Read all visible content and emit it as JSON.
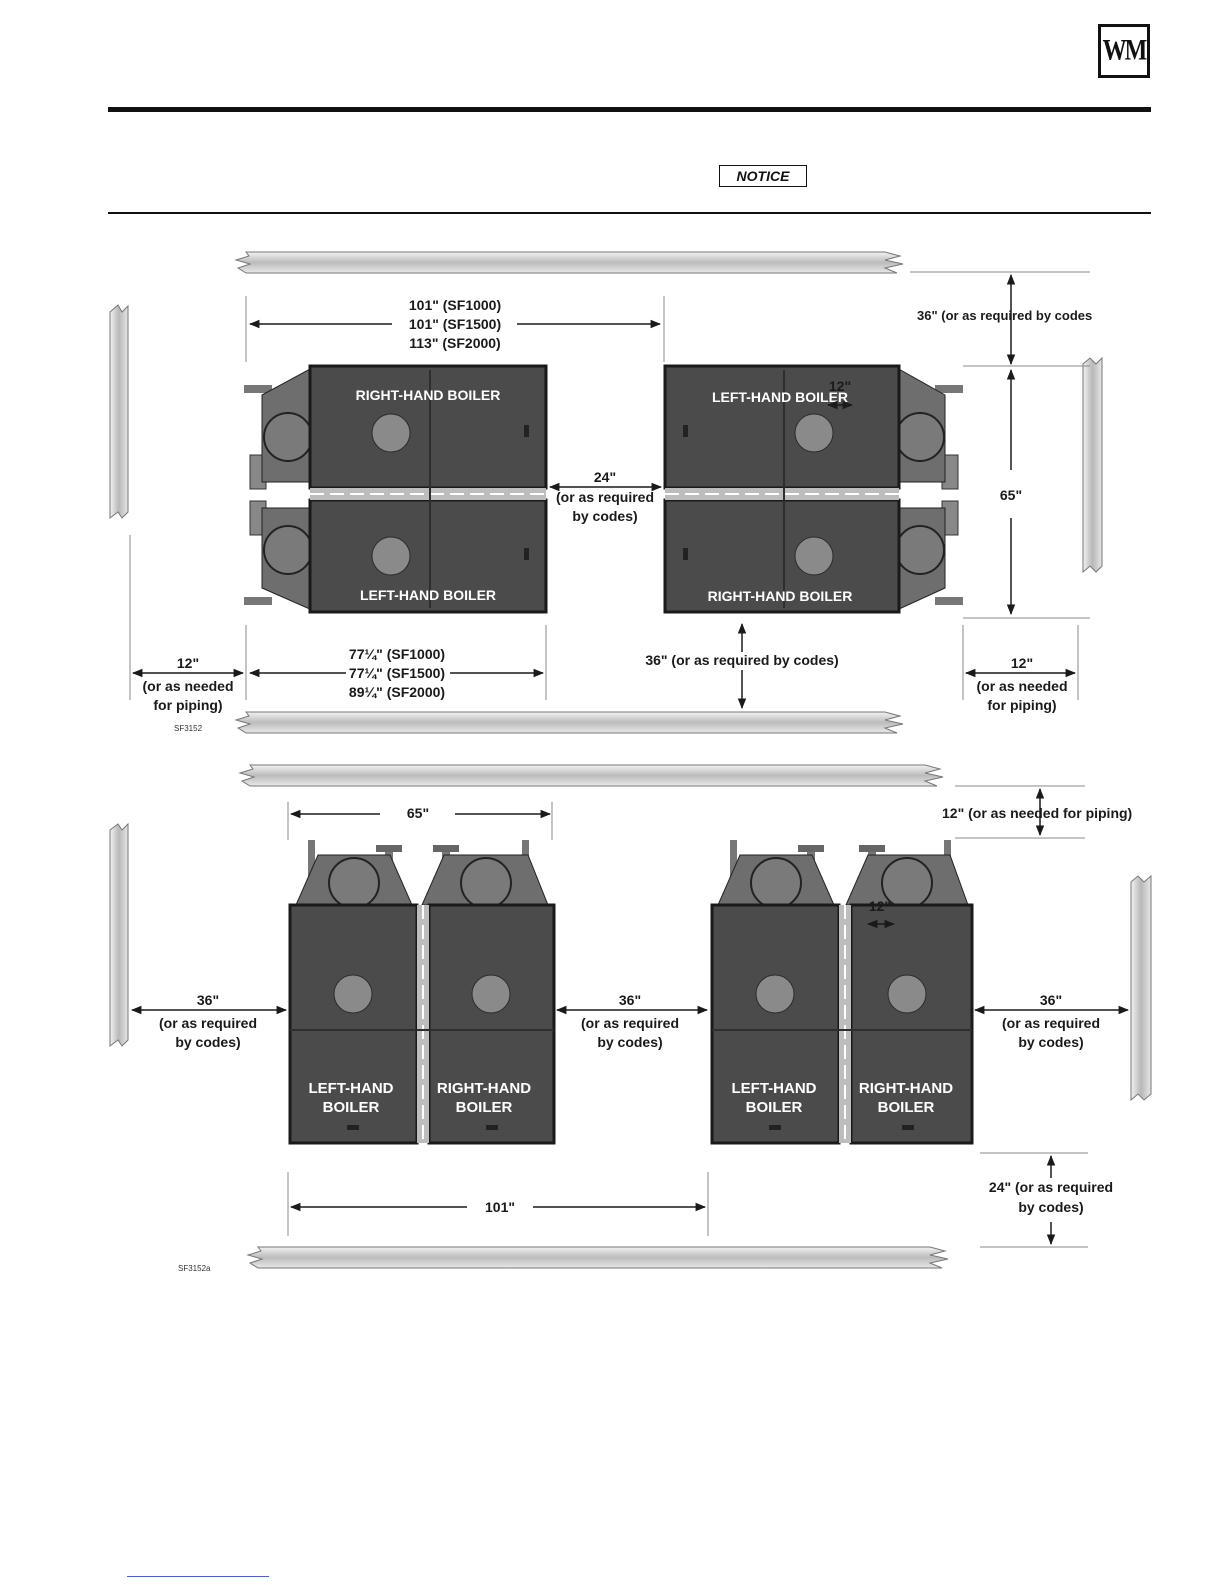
{
  "header": {
    "logo": "WM",
    "notice_label": "NOTICE"
  },
  "figure_top": {
    "fig_id": "SF3152",
    "dims": {
      "length_sf1000": "101\" (SF1000)",
      "length_sf1500": "101\" (SF1500)",
      "length_sf2000": "113\" (SF2000)",
      "top_clearance": "36\" (or as required by codes",
      "height": "65\"",
      "gap_center_1": "24\"",
      "gap_center_2": "(or as required",
      "gap_center_3": "by codes)",
      "inner_gap": "12\"",
      "bottom_clearance": "36\" (or as required by codes)",
      "left_1": "12\"",
      "left_2": "(or as needed",
      "left_3": "for piping)",
      "right_1": "12\"",
      "right_2": "(or as needed",
      "right_3": "for piping)",
      "width_sf1000": "77¼\" (SF1000)",
      "width_sf1500": "77¼\" (SF1500)",
      "width_sf2000": "89¼\" (SF2000)"
    },
    "boilers": {
      "a_top": "RIGHT-HAND BOILER",
      "a_bottom": "LEFT-HAND BOILER",
      "b_top": "LEFT-HAND BOILER",
      "b_bottom": "RIGHT-HAND BOILER"
    }
  },
  "figure_bottom": {
    "fig_id": "SF3152a",
    "dims": {
      "width": "65\"",
      "top_clearance": "12\" (or as needed for piping)",
      "inner_gap": "12\"",
      "left_1": "36\"",
      "left_2": "(or as required",
      "left_3": "by codes)",
      "mid_1": "36\"",
      "mid_2": "(or as required",
      "mid_3": "by codes)",
      "right_1": "36\"",
      "right_2": "(or as required",
      "right_3": "by codes)",
      "bottom_clearance_1": "24\" (or as required",
      "bottom_clearance_2": "by codes)",
      "length": "101\""
    },
    "boilers": {
      "left_1": "LEFT-HAND",
      "left_2": "BOILER",
      "right_1": "RIGHT-HAND",
      "right_2": "BOILER"
    }
  }
}
